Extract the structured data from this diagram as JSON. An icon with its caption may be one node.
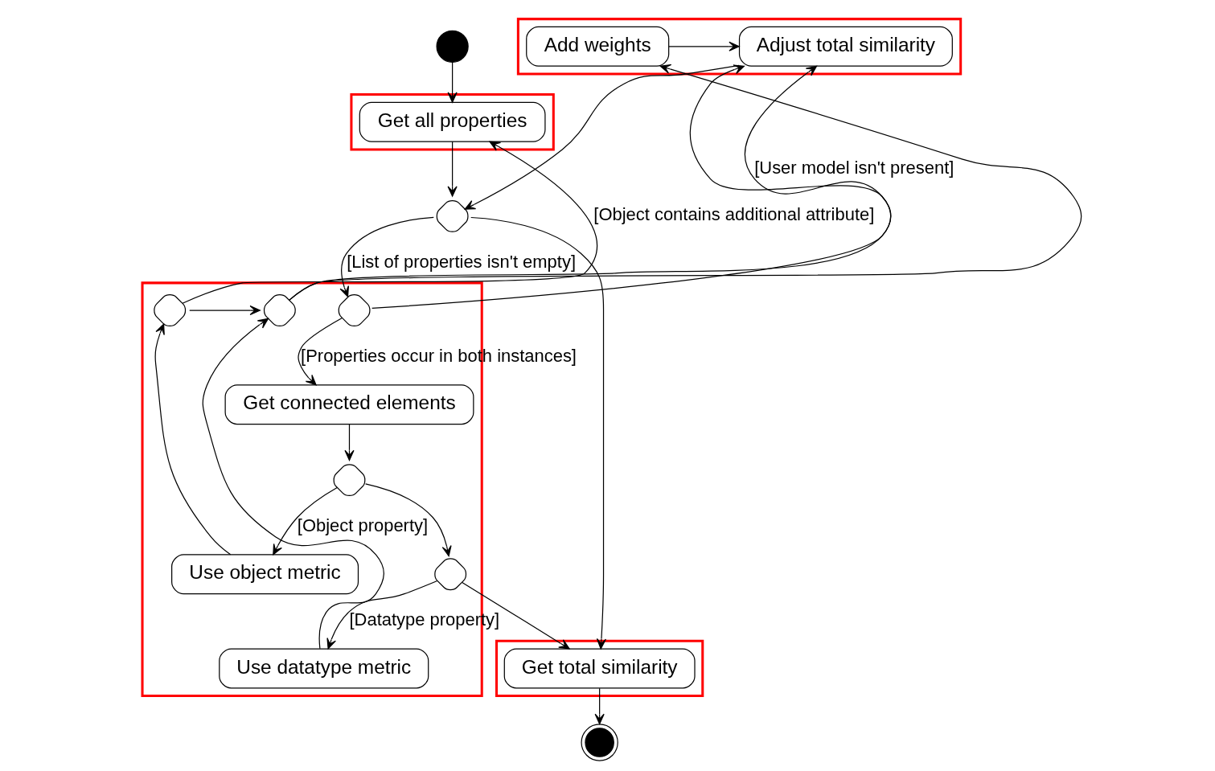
{
  "diagram": {
    "nodes": [
      {
        "text": [],
        "shape": "circle"
      },
      {
        "text": [],
        "shape": "box"
      },
      {
        "text": [
          "Get all properties"
        ],
        "in": 1
      },
      {
        "text": [],
        "shape": "diamond"
      },
      {
        "text": [],
        "shape": "box"
      },
      {
        "text": [
          "Adjust total similarity"
        ],
        "in": 4
      },
      {
        "text": [
          "Add weights"
        ],
        "in": 4
      },
      {
        "text": [],
        "shape": "box"
      },
      {
        "text": [],
        "shape": "diamond",
        "in": 7
      },
      {
        "text": [
          "Get connected elements"
        ],
        "in": 7
      },
      {
        "text": [],
        "shape": "diamond",
        "in": 7
      },
      {
        "text": [],
        "shape": "diamond",
        "in": 7
      },
      {
        "text": [],
        "shape": "diamond",
        "in": 7
      },
      {
        "text": [
          "Use object metric"
        ],
        "in": 7
      },
      {
        "text": [],
        "shape": "diamond",
        "in": 7
      },
      {
        "text": [
          "Use datatype metric"
        ],
        "in": 7
      },
      {
        "text": [],
        "shape": "box"
      },
      {
        "text": [
          "Get total similarity"
        ],
        "in": 16
      },
      {
        "text": [],
        "shape": "bullseye"
      }
    ],
    "edges": [
      {
        "from": 0,
        "to": 2,
        "arrow": "to"
      },
      {
        "from": 2,
        "to": 3,
        "arrow": "to"
      },
      {
        "from": 5,
        "to": 3,
        "arrow": "to"
      },
      {
        "from": 3,
        "to": 8,
        "arrow": "to",
        "label": "[List of properties isn't empty]"
      },
      {
        "from": 3,
        "to": 17,
        "arrow": "to"
      },
      {
        "from": 8,
        "to": 5,
        "arrow": "to"
      },
      {
        "from": 8,
        "to": 9,
        "arrow": "to",
        "label": "[Properties occur in both instances]"
      },
      {
        "from": 9,
        "to": 12,
        "arrow": "to"
      },
      {
        "from": 12,
        "to": 13,
        "arrow": "to",
        "label": "[Object property]"
      },
      {
        "from": 12,
        "to": 14,
        "arrow": "to"
      },
      {
        "from": 14,
        "to": 15,
        "arrow": "to",
        "label": "[Datatype property]"
      },
      {
        "from": 14,
        "to": 17,
        "arrow": "to"
      },
      {
        "from": 13,
        "to": 11,
        "arrow": "to"
      },
      {
        "from": 15,
        "to": 10,
        "arrow": "to"
      },
      {
        "from": 11,
        "to": 10,
        "arrow": "to"
      },
      {
        "from": 11,
        "to": 2,
        "arrow": "to",
        "label": "[Object contains additional attribute]"
      },
      {
        "from": 10,
        "to": 6,
        "arrow": "to"
      },
      {
        "from": 10,
        "to": 5,
        "arrow": "to",
        "label": "[User model isn't present]"
      },
      {
        "from": 6,
        "to": 5,
        "arrow": "to"
      },
      {
        "from": 17,
        "to": 18,
        "arrow": "to"
      }
    ]
  }
}
